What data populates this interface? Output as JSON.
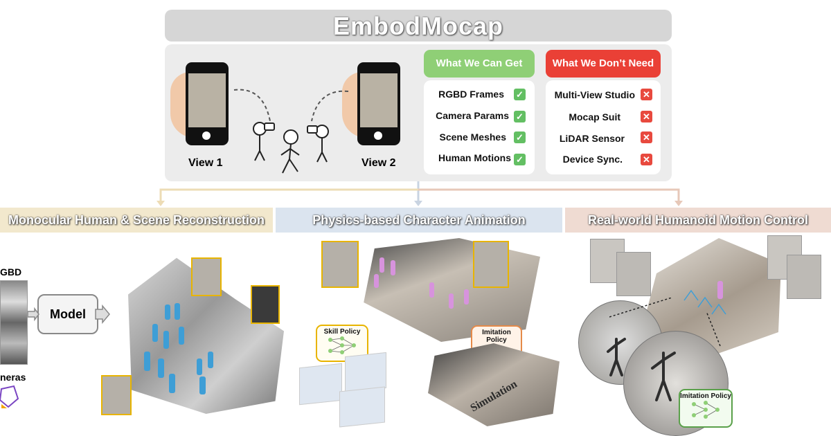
{
  "header": {
    "title": "EmbodMocap"
  },
  "capture": {
    "view1": "View 1",
    "view2": "View 2"
  },
  "can_get": {
    "header": "What We Can Get",
    "items": [
      "RGBD Frames",
      "Camera Params",
      "Scene Meshes",
      "Human Motions"
    ],
    "mark": "✓"
  },
  "dont_need": {
    "header": "What We Don’t Need",
    "items": [
      "Multi-View Studio",
      "Mocap Suit",
      "LiDAR Sensor",
      "Device Sync."
    ],
    "mark": "✕"
  },
  "sections": [
    {
      "title": "Monocular Human & Scene Reconstruction"
    },
    {
      "title": "Physics-based Character Animation"
    },
    {
      "title": "Real-world Humanoid Motion Control"
    }
  ],
  "recon": {
    "rgbd_label": "GBD",
    "model_label": "Model",
    "cameras_label": "neras"
  },
  "animation": {
    "skill_policy": "Skill Policy",
    "imitation_policy": "Imitation Policy",
    "simulation": "Simulation"
  },
  "control": {
    "imitation_policy": "Imitation Policy"
  },
  "colors": {
    "title_bg": "#d6d6d6",
    "panel_bg": "#ececec",
    "green_header": "#8fcf76",
    "green_check": "#63bf63",
    "red_header": "#ea4036",
    "red_cross": "#e8493e",
    "sec1": "#f2e8cd",
    "sec2": "#dbe4ef",
    "sec3": "#efdbd2",
    "figure_blue": "#3e9ed6",
    "figure_pink": "#d793dd",
    "thumb_border": "#e8b400"
  }
}
